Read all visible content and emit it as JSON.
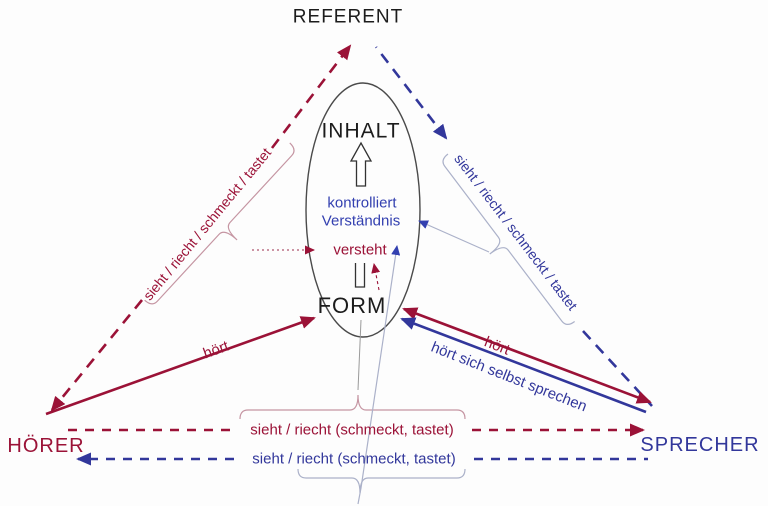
{
  "diagram": {
    "description": "Kommunikationsmodell: Sprecher-Hörer-Referent Dreieck mit Zeichen (Form/Inhalt)"
  },
  "colors": {
    "hoerer_red": "#9B1237",
    "sprecher_blue": "#32379B",
    "inner_blue": "#3340B0",
    "brace_pink": "#C595A2",
    "brace_gray_blue": "#ABB1C9",
    "black": "#1C1C1C"
  },
  "nodes": {
    "referent": "REFERENT",
    "hoerer": "HÖRER",
    "sprecher": "SPRECHER"
  },
  "sign": {
    "inhalt": "INHALT",
    "form": "FORM",
    "kontrolliert": "kontrolliert",
    "verstaendnis": "Verständnis",
    "versteht": "versteht"
  },
  "edges": {
    "hoerer_referent": "sieht / riecht / schmeckt / tastet",
    "sprecher_referent": "sieht / riecht / schmeckt / tastet",
    "hoerer_form": "hört",
    "sprecher_form": "hört",
    "sprecher_form_self": "hört sich selbst sprechen",
    "hoerer_sprecher": "sieht / riecht (schmeckt, tastet)",
    "sprecher_hoerer": "sieht / riecht (schmeckt, tastet)"
  }
}
